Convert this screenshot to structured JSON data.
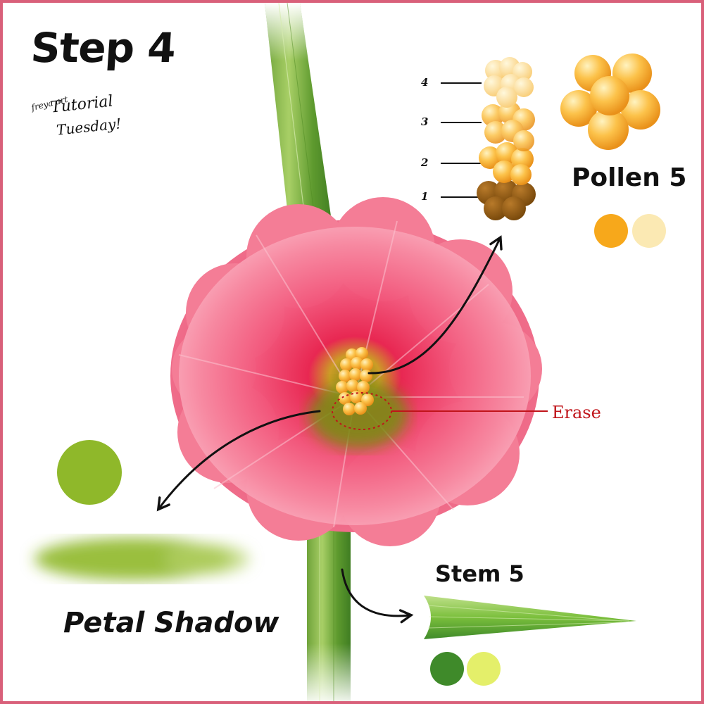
{
  "header": {
    "title": "Step 4",
    "brand": "freya art",
    "series_line1": "Tutorial",
    "series_line2": "Tuesday!"
  },
  "pollen": {
    "label": "Pollen 5",
    "levels": [
      "4",
      "3",
      "2",
      "1"
    ],
    "swatches": [
      "#f7a81b",
      "#fbe9b3"
    ]
  },
  "stem": {
    "label": "Stem 5",
    "swatches": [
      "#3f8a2a",
      "#e4ef6a"
    ]
  },
  "petal_shadow": {
    "label": "Petal Shadow",
    "swatch": "#8fb82a"
  },
  "erase": {
    "label": "Erase",
    "color": "#c0141a"
  },
  "colors": {
    "border": "#d9607a",
    "petal": "#f48aa0",
    "petal_center": "#e8325a"
  }
}
